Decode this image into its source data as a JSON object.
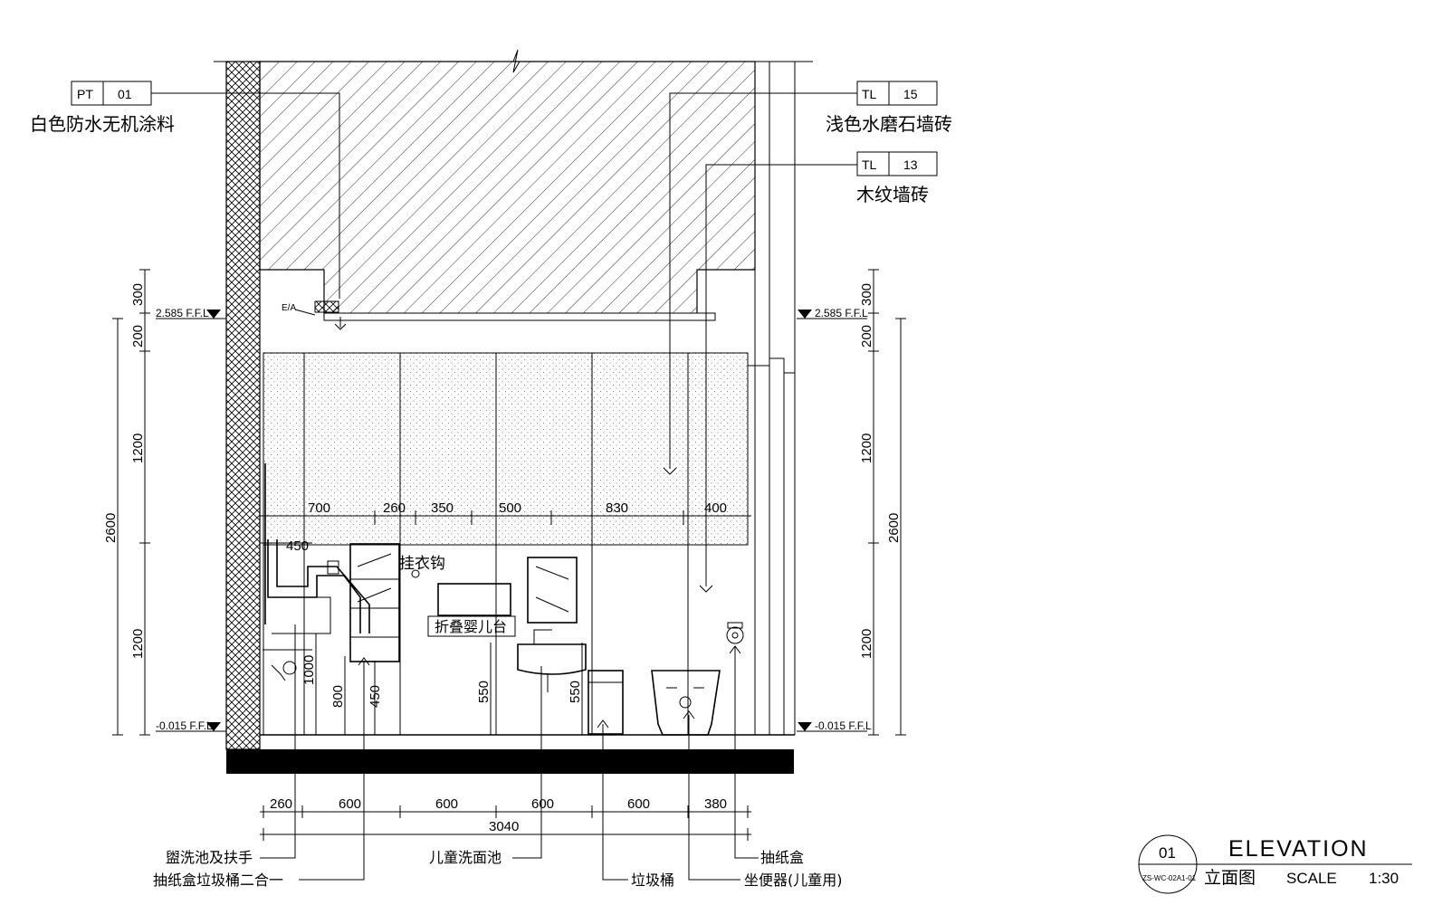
{
  "tags": [
    {
      "code": "PT",
      "num": "01",
      "desc": "白色防水无机涂料"
    },
    {
      "code": "TL",
      "num": "15",
      "desc": "浅色水磨石墙砖"
    },
    {
      "code": "TL",
      "num": "13",
      "desc": "木纹墙砖"
    }
  ],
  "levels": {
    "ceiling": "2.585 F.F.L",
    "floor": "-0.015 F.F.L",
    "vent": "E/A"
  },
  "dims": {
    "left_small": [
      "300",
      "200",
      "1200"
    ],
    "left_total": "2600",
    "left_lower": "1200",
    "right_small": [
      "300",
      "200",
      "1200"
    ],
    "right_total": "2600",
    "right_lower": "1200",
    "top_row": [
      "700",
      "260",
      "350",
      "500",
      "830",
      "400"
    ],
    "grab_bar": "450",
    "heights": [
      "1000",
      "800",
      "450",
      "550",
      "550"
    ],
    "bottom_row": [
      "260",
      "600",
      "600",
      "600",
      "600",
      "380"
    ],
    "bottom_total": "3040"
  },
  "labels": {
    "hook": "挂衣钩",
    "baby_table": "折叠婴儿台",
    "sink_grab": "盥洗池及扶手",
    "tissue_bin": "抽纸盒垃圾桶二合一",
    "kids_sink": "儿童洗面池",
    "bin": "垃圾桶",
    "tissue": "抽纸盒",
    "toilet": "坐便器(儿童用)"
  },
  "title_block": {
    "number": "01",
    "sheet": "ZS-WC-02A1-01",
    "title": "ELEVATION",
    "subtitle": "立面图",
    "scale_label": "SCALE",
    "scale_value": "1:30"
  }
}
